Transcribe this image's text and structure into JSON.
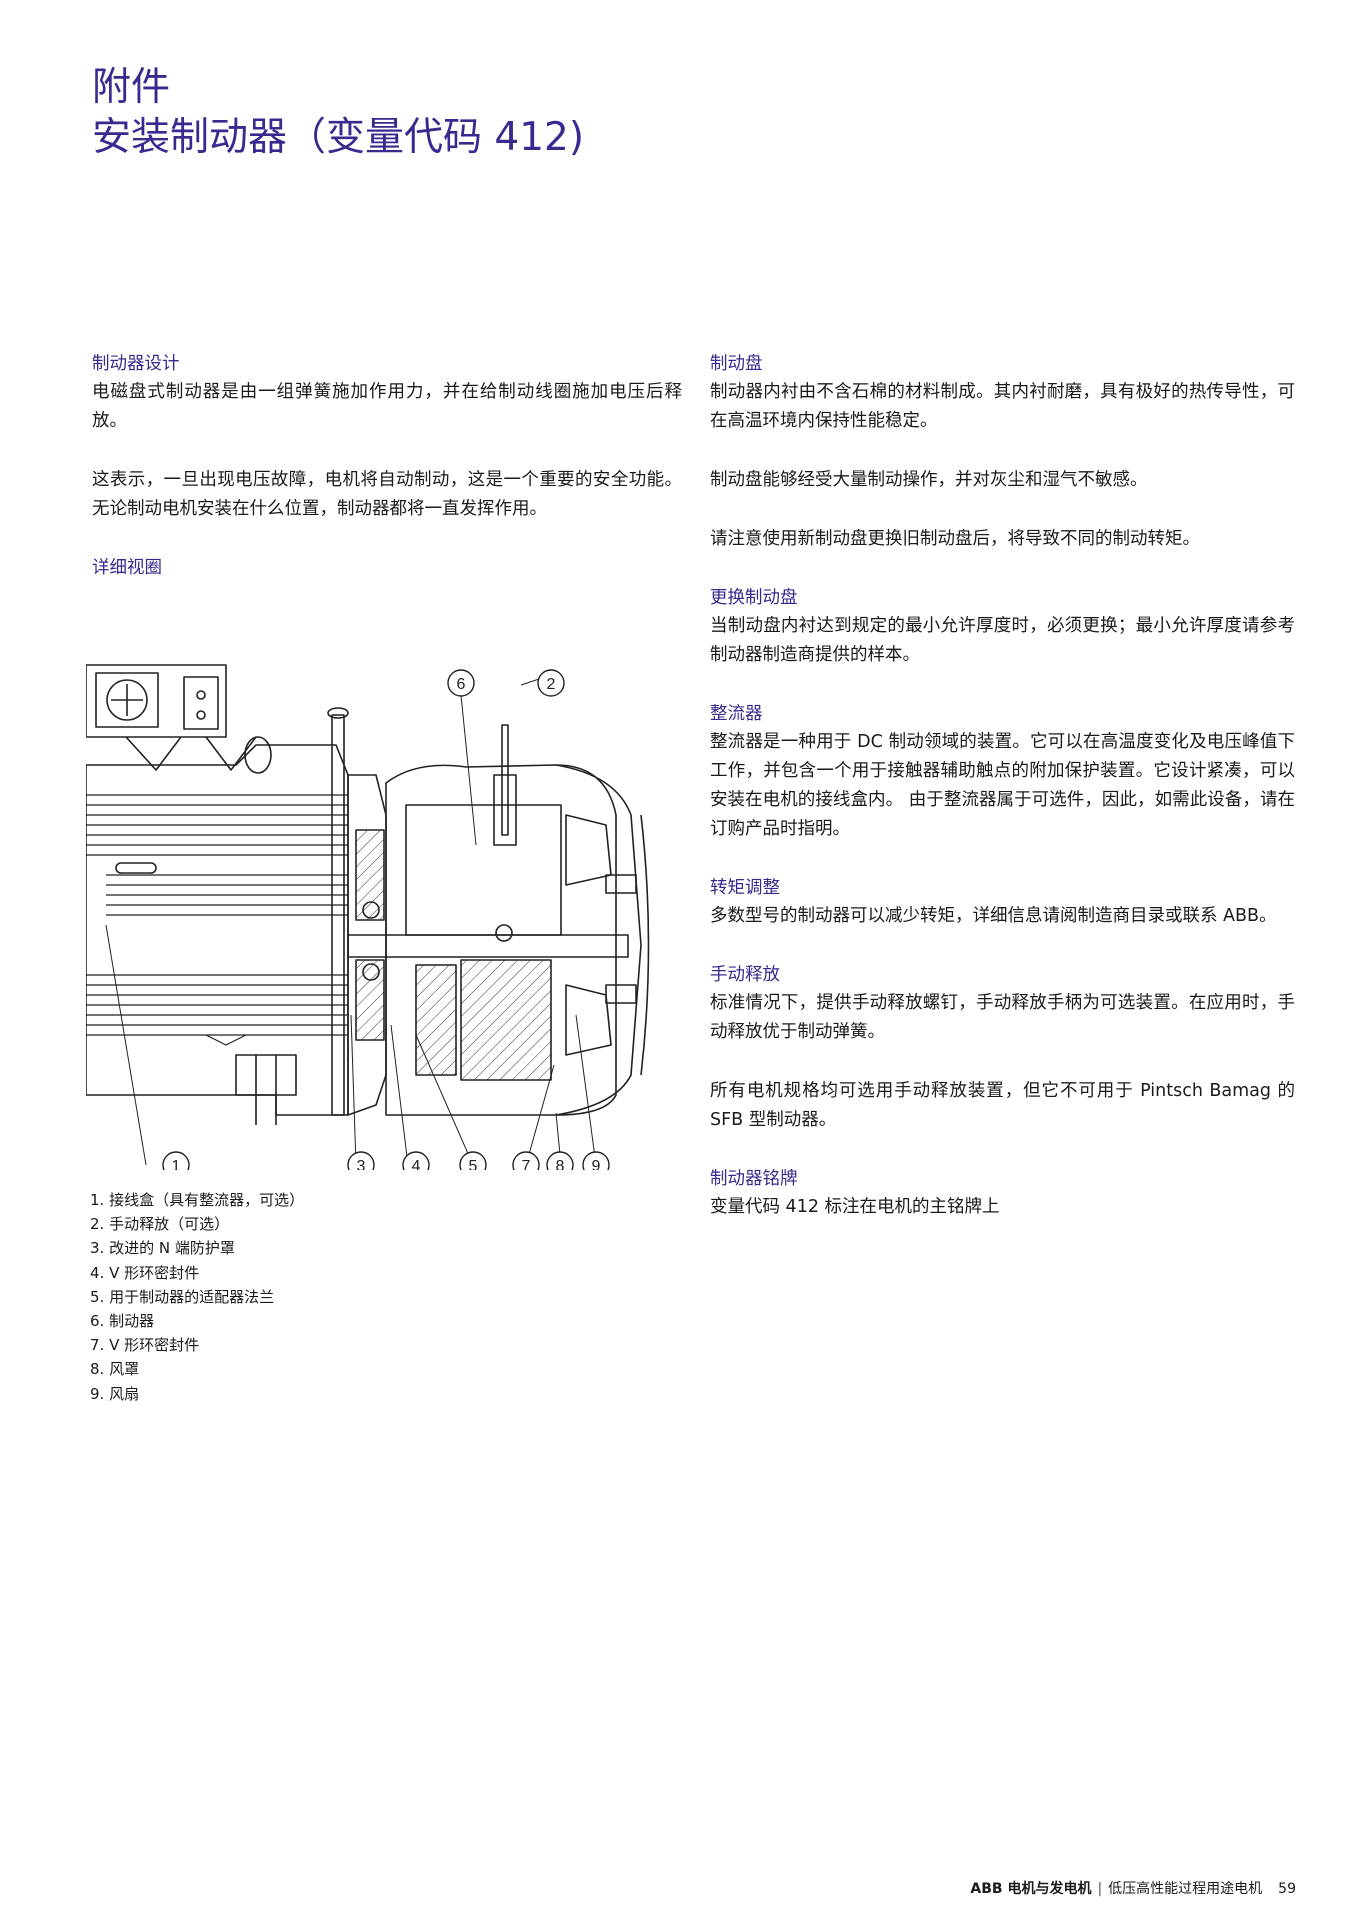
{
  "header": {
    "title": "附件",
    "subtitle": "安装制动器（变量代码 412)"
  },
  "left": {
    "design_heading": "制动器设计",
    "design_p1": "电磁盘式制动器是由一组弹簧施加作用力，并在给制动线圈施加电压后释放。",
    "design_p2": "这表示，一旦出现电压故障，电机将自动制动，这是一个重要的安全功能。无论制动电机安装在什么位置，制动器都将一直发挥作用。",
    "detail_heading": "详细视圈"
  },
  "figure": {
    "callouts": [
      "1",
      "2",
      "3",
      "4",
      "5",
      "6",
      "7",
      "8",
      "9"
    ]
  },
  "legend": [
    "1. 接线盒（具有整流器，可选）",
    "2. 手动释放（可选）",
    "3. 改进的 N 端防护罩",
    "4. V 形环密封件",
    "5. 用于制动器的适配器法兰",
    "6. 制动器",
    "7. V 形环密封件",
    "8. 风罩",
    "9. 风扇"
  ],
  "right": {
    "disc_heading": "制动盘",
    "disc_p1": "制动器内衬由不含石棉的材料制成。其内衬耐磨，具有极好的热传导性，可在高温环境内保持性能稳定。",
    "disc_p2": "制动盘能够经受大量制动操作，并对灰尘和湿气不敏感。",
    "disc_p3": "请注意使用新制动盘更换旧制动盘后，将导致不同的制动转矩。",
    "replace_heading": "更换制动盘",
    "replace_p1": "当制动盘内衬达到规定的最小允许厚度时，必须更换；最小允许厚度请参考制动器制造商提供的样本。",
    "rect_heading": "整流器",
    "rect_p1": "整流器是一种用于 DC 制动领域的装置。它可以在高温度变化及电压峰值下工作，并包含一个用于接触器辅助触点的附加保护装置。它设计紧凑，可以安装在电机的接线盒内。 由于整流器属于可选件，因此，如需此设备，请在订购产品时指明。",
    "torque_heading": "转矩调整",
    "torque_p1": "多数型号的制动器可以减少转矩，详细信息请阅制造商目录或联系 ABB。",
    "manual_heading": "手动释放",
    "manual_p1": "标准情况下，提供手动释放螺钉，手动释放手柄为可选装置。在应用时，手动释放优于制动弹簧。",
    "manual_p2": "所有电机规格均可选用手动释放装置，但它不可用于 Pintsch Bamag 的 SFB 型制动器。",
    "plate_heading": "制动器铭牌",
    "plate_p1": "变量代码 412 标注在电机的主铭牌上"
  },
  "footer": {
    "brand": "ABB 电机与发电机",
    "separator": "|",
    "text": "低压高性能过程用途电机",
    "page": "59"
  }
}
